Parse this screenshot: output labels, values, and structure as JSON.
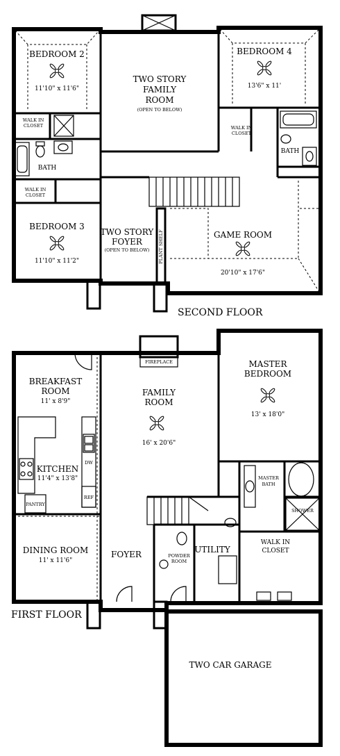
{
  "floors": {
    "second": {
      "label": "SECOND FLOOR",
      "rooms": {
        "bedroom2": {
          "name": "BEDROOM 2",
          "size": "11'10\" x 11'6\""
        },
        "family_room": {
          "line1": "TWO STORY",
          "line2": "FAMILY",
          "line3": "ROOM",
          "note": "(OPEN TO BELOW)"
        },
        "bedroom4": {
          "name": "BEDROOM 4",
          "size": "13'6\" x 11'"
        },
        "walkin_left": {
          "line1": "WALK IN",
          "line2": "CLOSET"
        },
        "bath_left": {
          "name": "BATH"
        },
        "walkin_left2": {
          "line1": "WALK IN",
          "line2": "CLOSET"
        },
        "walkin_right": {
          "line1": "WALK IN",
          "line2": "CLOSET"
        },
        "bath_right": {
          "name": "BATH"
        },
        "bedroom3": {
          "name": "BEDROOM 3",
          "size": "11'10\" x 11'2\""
        },
        "foyer": {
          "line1": "TWO STORY",
          "line2": "FOYER",
          "note": "(OPEN TO BELOW)"
        },
        "plant_shelf": {
          "name": "PLANT SHELF"
        },
        "game_room": {
          "name": "GAME ROOM",
          "size": "20'10\" x 17'6\""
        }
      }
    },
    "first": {
      "label": "FIRST FLOOR",
      "rooms": {
        "breakfast": {
          "line1": "BREAKFAST",
          "line2": "ROOM",
          "size": "11' x 8'9\""
        },
        "fireplace": {
          "name": "FIREPLACE"
        },
        "family_room": {
          "line1": "FAMILY",
          "line2": "ROOM",
          "size": "16' x 20'6\""
        },
        "master": {
          "line1": "MASTER",
          "line2": "BEDROOM",
          "size": "13' x 18'0\""
        },
        "kitchen": {
          "name": "KITCHEN",
          "size": "11'4\" x 13'8\""
        },
        "dw": {
          "name": "DW"
        },
        "pantry": {
          "name": "PANTRY"
        },
        "ref": {
          "name": "REF"
        },
        "master_bath": {
          "line1": "MASTER",
          "line2": "BATH"
        },
        "shower": {
          "name": "SHOWER"
        },
        "dining": {
          "name": "DINING ROOM",
          "size": "11' x 11'6\""
        },
        "foyer": {
          "name": "FOYER"
        },
        "powder": {
          "line1": "POWDER",
          "line2": "ROOM"
        },
        "utility": {
          "name": "UTILITY"
        },
        "walkin": {
          "line1": "WALK IN",
          "line2": "CLOSET"
        },
        "garage": {
          "name": "TWO CAR GARAGE"
        }
      }
    }
  },
  "icons": [
    "ceiling-fan-icon",
    "toilet-icon",
    "bathtub-icon",
    "sink-icon",
    "stove-icon",
    "door-swing-icon",
    "staircase-icon"
  ]
}
